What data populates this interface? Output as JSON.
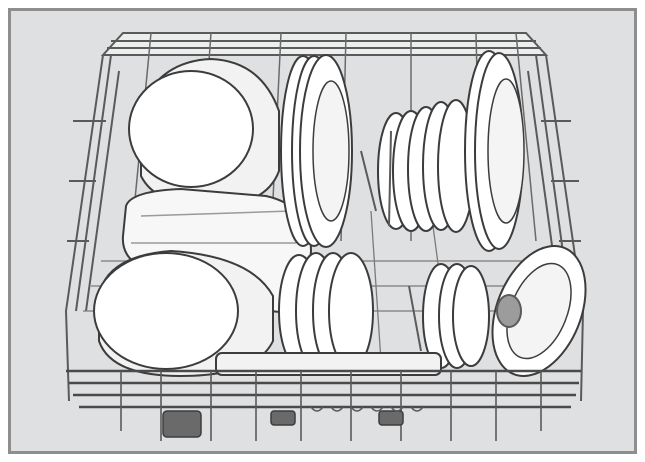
{
  "illustration": {
    "subject": "dishwasher-lower-rack",
    "colors": {
      "background": "#dfe0e2",
      "border": "#8e8e8e",
      "wire": "#5a5a5a",
      "dish_fill": "#ffffff",
      "dish_shadow": "#cfd0d2"
    },
    "items": [
      "bowl-back-left",
      "bowl-front-left",
      "serving-dish",
      "plates-back-center",
      "small-plates-center",
      "plates-back-right",
      "plates-front-center",
      "plates-front-right",
      "plate-front-far-right",
      "cutlery-strip"
    ]
  }
}
